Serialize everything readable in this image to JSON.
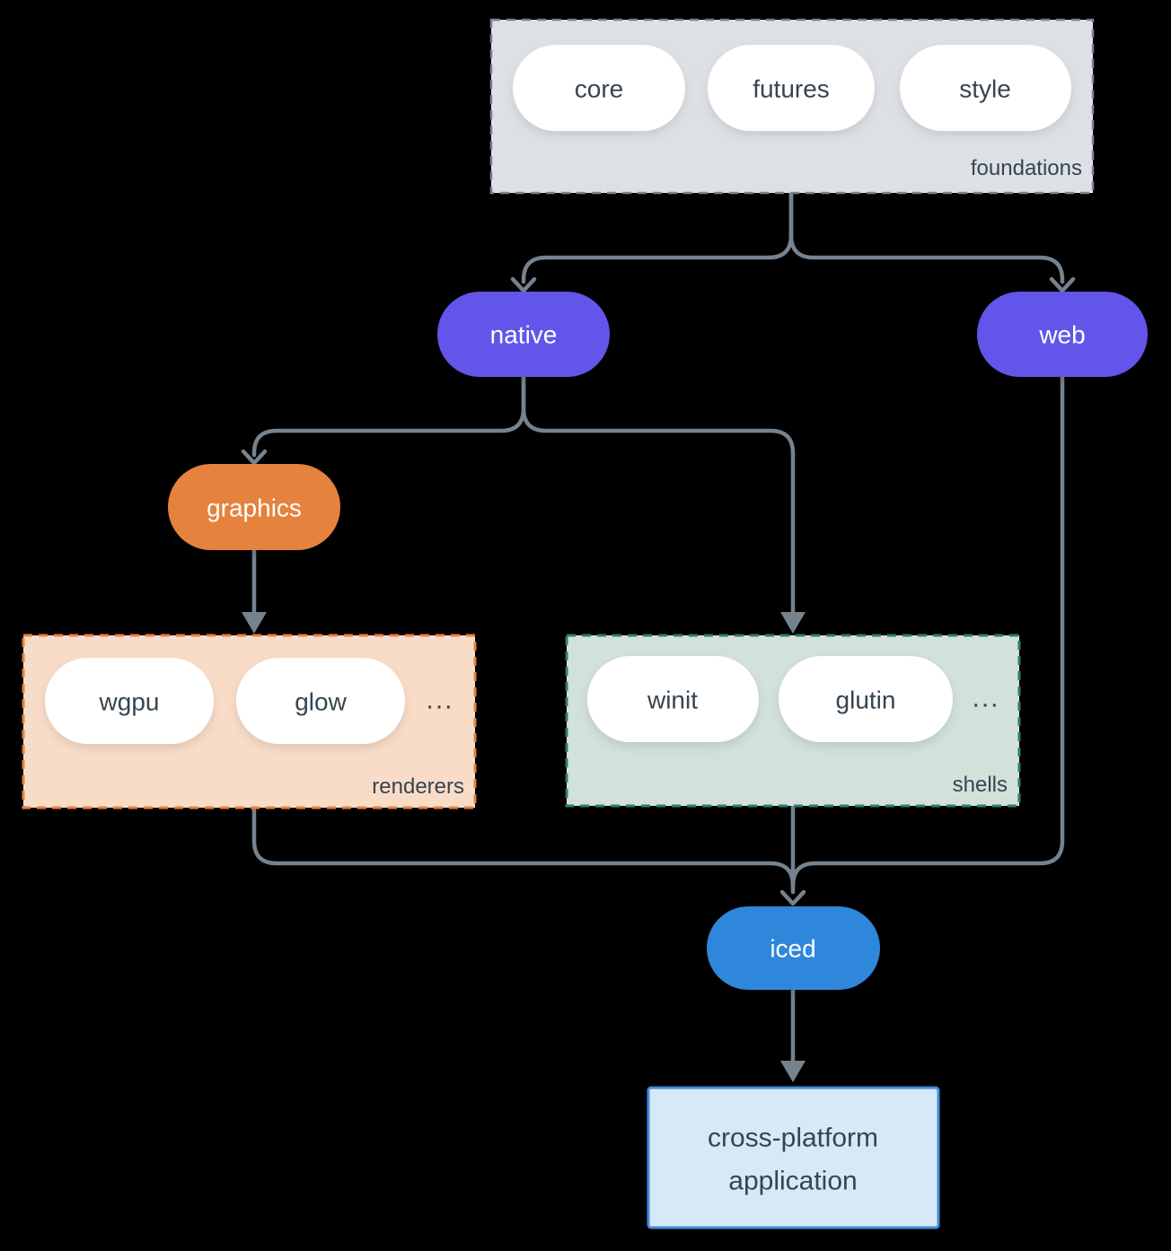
{
  "nodes": {
    "foundations": {
      "label": "foundations",
      "items": [
        "core",
        "futures",
        "style"
      ]
    },
    "native": {
      "label": "native"
    },
    "web": {
      "label": "web"
    },
    "graphics": {
      "label": "graphics"
    },
    "renderers": {
      "label": "renderers",
      "items": [
        "wgpu",
        "glow"
      ],
      "ellipsis": "..."
    },
    "shells": {
      "label": "shells",
      "items": [
        "winit",
        "glutin"
      ],
      "ellipsis": "..."
    },
    "iced": {
      "label": "iced"
    },
    "application": {
      "line1": "cross-platform",
      "line2": "application"
    }
  },
  "colors": {
    "background": "#000000",
    "arrow": "#75838f",
    "foundations_fill": "#dde1e6",
    "foundations_border": "#77828e",
    "purple": "#6455e9",
    "orange": "#e5823d",
    "renderers_fill": "#f9dcc8",
    "shells_fill": "#d2e1da",
    "shells_border": "#2e7c6c",
    "iced_blue": "#2e87da",
    "app_fill": "#d7e8f8",
    "app_border": "#3f8cdb",
    "dark_text": "#36454f",
    "pill_fill": "#ffffff"
  }
}
